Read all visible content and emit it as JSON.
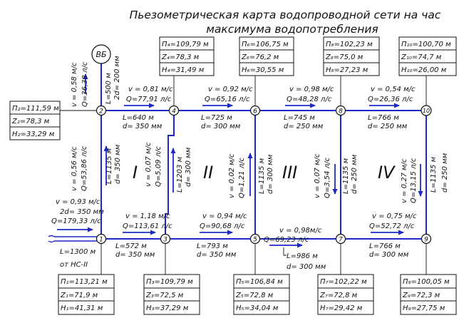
{
  "title": {
    "line1": "Пьезометрическая карта водопроводной сети на час",
    "line2": "максимума водопотребления"
  },
  "tower": {
    "label": "ВБ"
  },
  "nodes": [
    {
      "id": "1",
      "P": "П₁=113,21 м",
      "Z": "Z₁=71,9 м",
      "H": "H₁=41,31 м"
    },
    {
      "id": "2",
      "P": "П₂=111,59 м",
      "Z": "Z₂=78,3 м",
      "H": "H₂=33,29 м"
    },
    {
      "id": "3",
      "P": "П₃=109,79 м",
      "Z": "Z₃=72,5 м",
      "H": "H₃=37,29 м"
    },
    {
      "id": "4",
      "P": "П₄=109,79 м",
      "Z": "Z₄=78,3 м",
      "H": "H₄=31,49 м"
    },
    {
      "id": "5",
      "P": "П₅=106,84 м",
      "Z": "Z₅=72,8 м",
      "H": "H₅=34,04 м"
    },
    {
      "id": "6",
      "P": "П₆=106,75 м",
      "Z": "Z₆=76,2 м",
      "H": "H₆=30,55 м"
    },
    {
      "id": "7",
      "P": "П₇=102,22 м",
      "Z": "Z₇=72,8 м",
      "H": "H₇=29,42 м"
    },
    {
      "id": "8",
      "P": "П₈=102,23 м",
      "Z": "Z₈=75,0 м",
      "H": "H₈=27,23 м"
    },
    {
      "id": "9",
      "P": "П₉=100,05 м",
      "Z": "Z₉=72,3 м",
      "H": "H₉=27,75 м"
    },
    {
      "id": "10",
      "P": "П₁₀=100,70 м",
      "Z": "Z₁₀=74,7 м",
      "H": "H₁₀=26,00 м"
    }
  ],
  "rings": [
    "I",
    "II",
    "III",
    "IV"
  ],
  "pipes": [
    {
      "id": "tower-2",
      "v": "v = 0,58 м/с",
      "Q": "Q=36,38 л/с",
      "L": "L=500 м",
      "d": "2d= 200 мм"
    },
    {
      "id": "2-4",
      "v": "v = 0,81 м/с",
      "Q": "Q=77,91 л/с",
      "L": "L=640 м",
      "d": "d= 350 мм"
    },
    {
      "id": "4-6",
      "v": "v = 0,92 м/с",
      "Q": "Q=65,16 л/с",
      "L": "L=725 м",
      "d": "d= 300 мм"
    },
    {
      "id": "6-8",
      "v": "v = 0,98 м/с",
      "Q": "Q=48,28 л/с",
      "L": "L=745 м",
      "d": "d= 250 мм"
    },
    {
      "id": "8-10",
      "v": "v = 0,54 м/с",
      "Q": "Q=26,36 л/с",
      "L": "L=766 м",
      "d": "d= 250 мм"
    },
    {
      "id": "1-2",
      "v": "v = 0,56 м/с",
      "Q": "Q=53,86 л/с",
      "L": "L=1135 м",
      "d": "d= 350 мм"
    },
    {
      "id": "3-4",
      "v": "v = 0,07 м/с",
      "Q": "Q=5,09 л/с",
      "L": "L=1203 м",
      "d": "d= 300 мм"
    },
    {
      "id": "6-5",
      "v": "v = 0,02 м/с",
      "Q": "Q=1,21 л/с",
      "L": "L=1135 м",
      "d": "d= 300 мм"
    },
    {
      "id": "8-7",
      "v": "v = 0,07 м/с",
      "Q": "Q=3,54 л/с",
      "L": "L=1135 м",
      "d": "d= 250 мм"
    },
    {
      "id": "10-9",
      "v": "v = 0,27 м/с",
      "Q": "Q=13,15 л/с",
      "L": "L=1135 м",
      "d": "d= 250 мм"
    },
    {
      "id": "pump-1",
      "v": "v = 0,93 м/с",
      "d": "2d= 350 мм",
      "Q": "Q=179,33 л/с",
      "L": "L=1300 м",
      "from": "от НС-II"
    },
    {
      "id": "1-3",
      "v": "v = 1,18 м/с",
      "Q": "Q=113,61 л/с",
      "L": "L=572 м",
      "d": "d= 350 мм"
    },
    {
      "id": "3-5",
      "v": "v = 0,94 м/с",
      "Q": "Q=90,68 л/с",
      "L": "L=793 м",
      "d": "d= 350 мм"
    },
    {
      "id": "5-7",
      "v": "v = 0,98м/с",
      "Q": "Q=69,23 л/с",
      "L": "L=986 м",
      "d": "d= 300 мм"
    },
    {
      "id": "7-9",
      "v": "v = 0,75 м/с",
      "Q": "Q=52,72 л/с",
      "L": "L=766 м",
      "d": "d= 300 мм"
    }
  ]
}
